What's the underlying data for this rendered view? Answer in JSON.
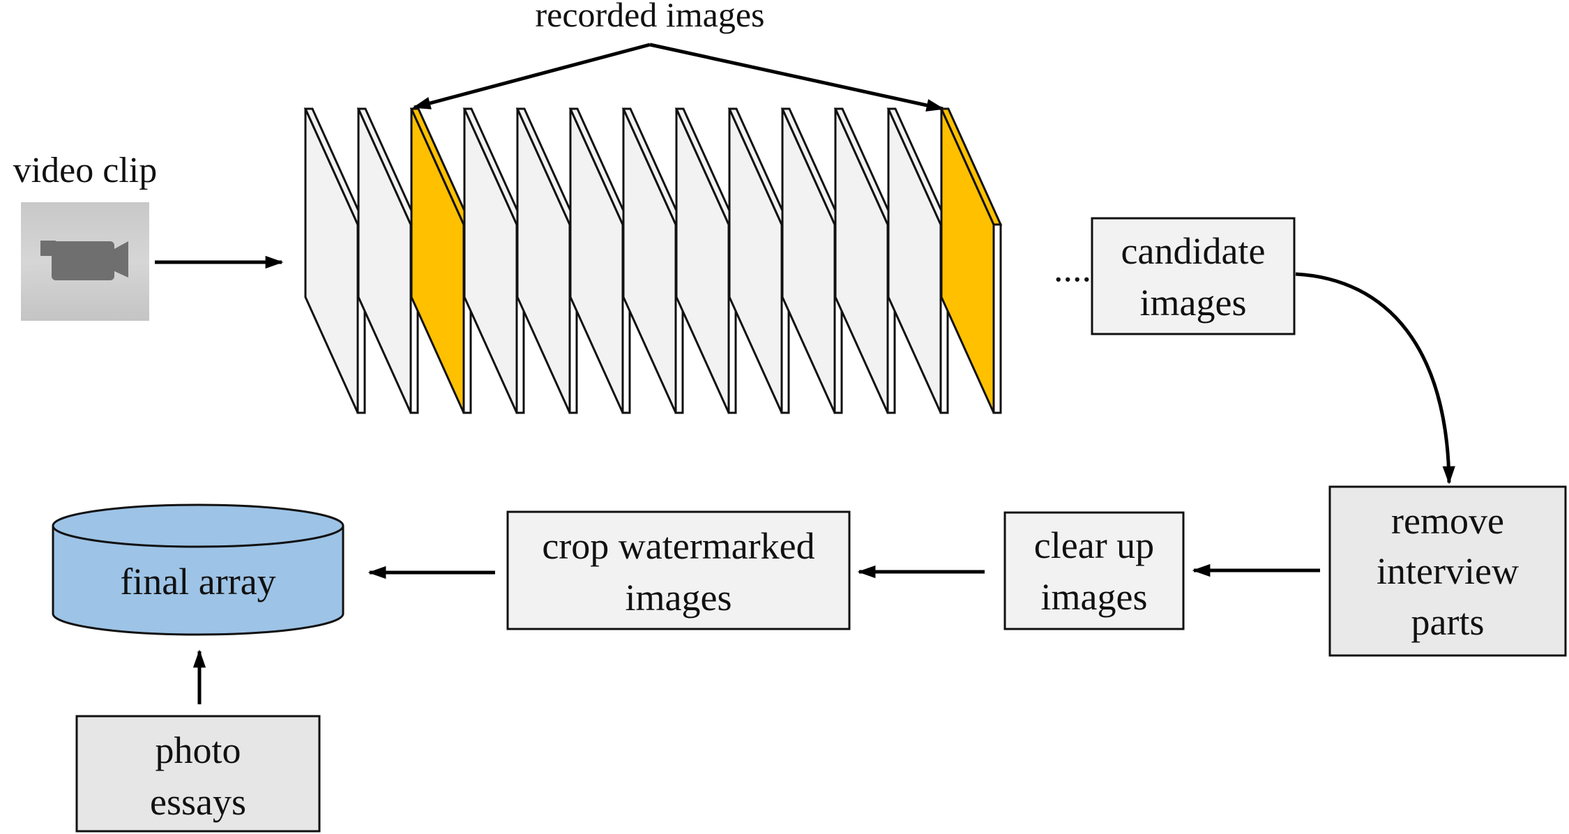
{
  "labels": {
    "recorded": "recorded images",
    "video_clip": "video clip",
    "ellipsis": "....",
    "candidate_line1": "candidate",
    "candidate_line2": "images",
    "remove_line1": "remove",
    "remove_line2": "interview",
    "remove_line3": "parts",
    "clearup_line1": "clear up",
    "clearup_line2": "images",
    "crop_line1": "crop watermarked",
    "crop_line2": "images",
    "final_array": "final array",
    "photo_line1": "photo",
    "photo_line2": "essays"
  },
  "icons": {
    "video": "video-camera-icon"
  },
  "frames": {
    "count": 13,
    "highlighted": [
      2,
      12
    ]
  },
  "colors": {
    "frame_fill": "#f2f2f2",
    "frame_highlight": "#ffc000",
    "box_fill": "#f2f2f2",
    "box_fill_dark": "#e6e6e6",
    "cylinder_fill": "#9dc3e6",
    "video_bg": "#d0d0d0",
    "camera": "#707070"
  }
}
